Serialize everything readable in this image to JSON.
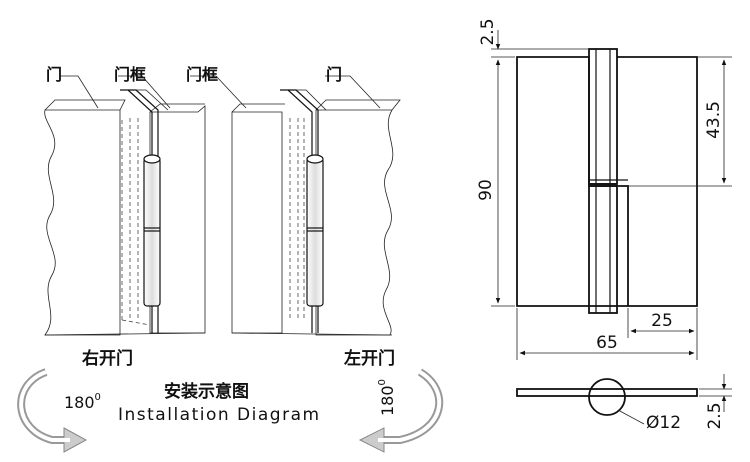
{
  "labels": {
    "door_1": "门",
    "frame_1": "门框",
    "frame_2": "门框",
    "door_2": "门",
    "right_open": "右开门",
    "left_open": "左开门",
    "angle_right": "180",
    "angle_left": "180",
    "degree_mark": "0",
    "title_cn": "安装示意图",
    "title_en": "Installation Diagram"
  },
  "dimensions": {
    "top_gap": "2.5",
    "height_total": "90",
    "upper_leaf": "43.5",
    "width_total": "65",
    "leaf_width": "25",
    "pin_diameter": "Ø12",
    "thickness": "2.5"
  }
}
